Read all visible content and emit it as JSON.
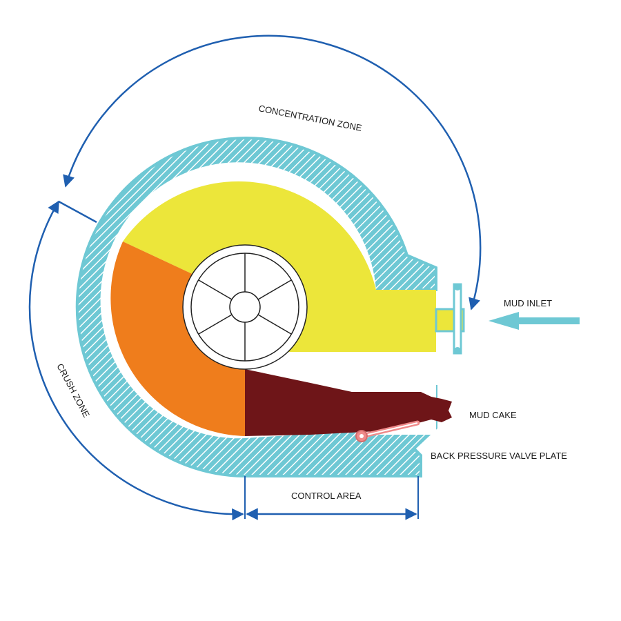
{
  "labels": {
    "concentration_zone": "CONCENTRATION ZONE",
    "crush_zone": "CRUSH ZONE",
    "mud_inlet": "MUD INLET",
    "mud_cake": "MUD CAKE",
    "back_pressure_valve_plate": "BACK PRESSURE VALVE PLATE",
    "control_area": "CONTROL AREA"
  },
  "colors": {
    "casing": "#6ec8d4",
    "hatch": "#ffffff",
    "concentration": "#ece63a",
    "crush": "#ef7d1c",
    "cake": "#6e1518",
    "valve": "#ef8a8a",
    "dimension": "#1f5fb0",
    "inlet_arrow": "#6ec8d4"
  }
}
